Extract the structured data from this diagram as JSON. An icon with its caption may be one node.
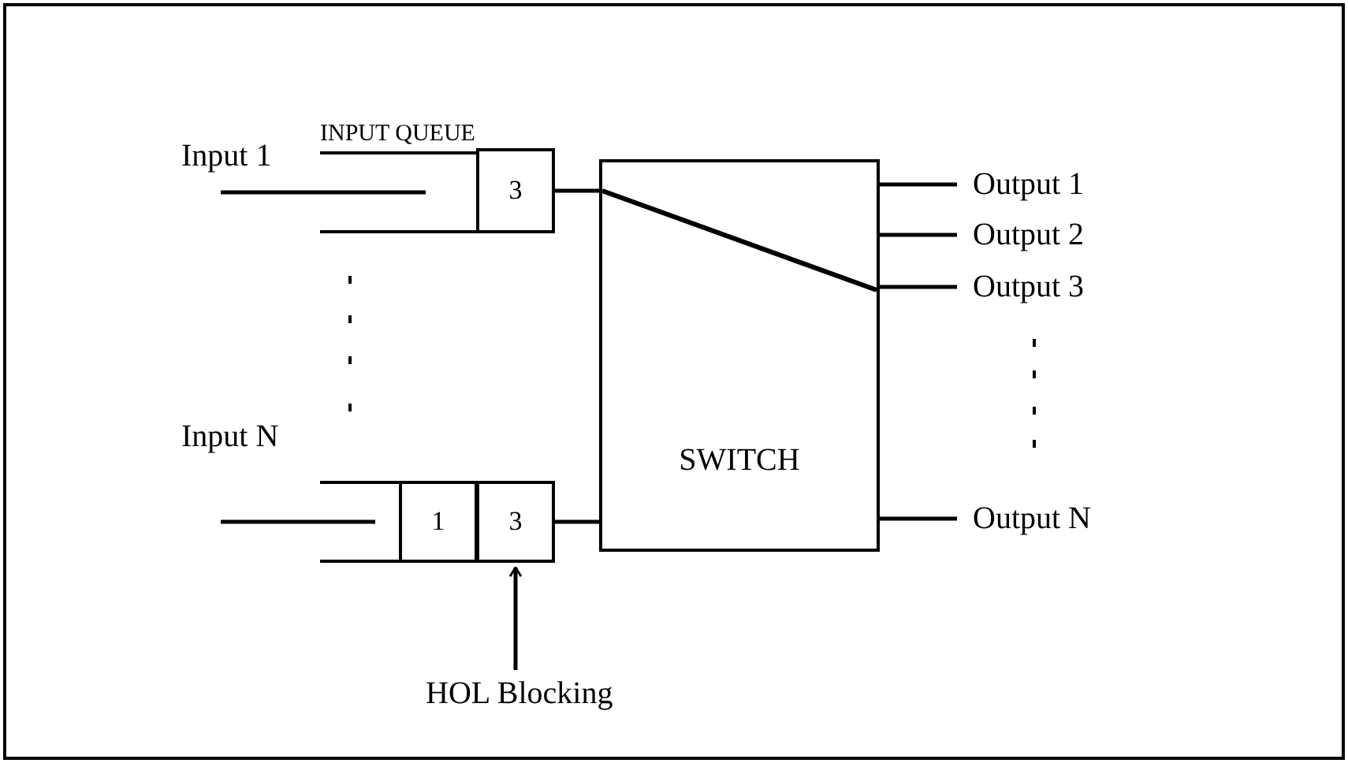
{
  "diagram": {
    "nodes": [
      {
        "text": [
          "INPUT QUEUE"
        ]
      },
      {
        "text": [
          "3"
        ],
        "in": 0
      },
      {
        "text": [],
        "shape": "box"
      },
      {
        "text": [
          "1"
        ],
        "in": 2
      },
      {
        "text": [
          "3"
        ],
        "in": 2
      },
      {
        "text": [
          "SWITCH"
        ]
      },
      {
        "text": [
          "Output 1"
        ]
      },
      {
        "text": [
          "Output 2"
        ]
      },
      {
        "text": [
          "Output 3"
        ]
      },
      {
        "text": [
          "Output N"
        ]
      },
      {
        "text": [
          "HOL Blocking"
        ]
      }
    ],
    "edges": [
      {
        "from": null,
        "to": 0,
        "arrow": "none"
      },
      {
        "from": 1,
        "to": 5,
        "arrow": "none"
      },
      {
        "from": null,
        "to": 2,
        "arrow": "none"
      },
      {
        "from": 4,
        "to": 5,
        "arrow": "none"
      },
      {
        "from": 5,
        "to": 6,
        "arrow": "none"
      },
      {
        "from": 5,
        "to": 7,
        "arrow": "none"
      },
      {
        "from": 5,
        "to": 8,
        "arrow": "none"
      },
      {
        "from": 5,
        "to": 9,
        "arrow": "none"
      },
      {
        "from": 10,
        "to": 4,
        "arrow": "to"
      }
    ],
    "labels": [
      "Input 1",
      "Input N"
    ]
  }
}
